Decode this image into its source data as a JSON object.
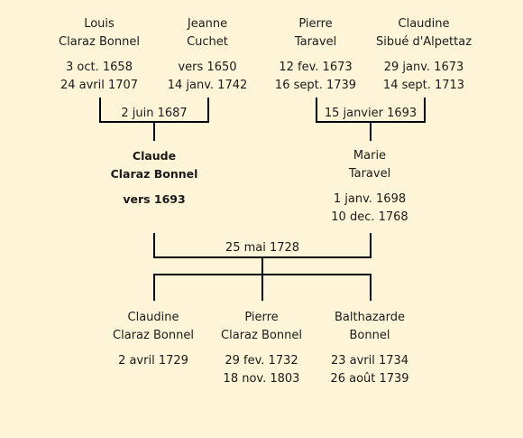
{
  "grandparents_paternal": {
    "father": {
      "first": "Louis",
      "last": "Claraz Bonnel",
      "birth": "3 oct. 1658",
      "death": "24 avril 1707"
    },
    "mother": {
      "first": "Jeanne",
      "last": "Cuchet",
      "birth": "vers 1650",
      "death": "14 janv. 1742"
    },
    "marriage": "2 juin 1687"
  },
  "grandparents_maternal": {
    "father": {
      "first": "Pierre",
      "last": "Taravel",
      "birth": "12 fev. 1673",
      "death": "16 sept. 1739"
    },
    "mother": {
      "first": "Claudine",
      "last": "Sibué d'Alpettaz",
      "birth": "29 janv. 1673",
      "death": "14 sept. 1713"
    },
    "marriage": "15 janvier 1693"
  },
  "parents": {
    "father": {
      "first": "Claude",
      "last": "Claraz Bonnel",
      "birth": "vers 1693",
      "death": ""
    },
    "mother": {
      "first": "Marie",
      "last": "Taravel",
      "birth": "1 janv. 1698",
      "death": "10 dec. 1768"
    },
    "marriage": "25 mai 1728"
  },
  "children": [
    {
      "first": "Claudine",
      "last": "Claraz Bonnel",
      "birth": "2 avril 1729",
      "death": ""
    },
    {
      "first": "Pierre",
      "last": "Claraz Bonnel",
      "birth": "29 fev. 1732",
      "death": "18 nov. 1803"
    },
    {
      "first": "Balthazarde",
      "last": "Bonnel",
      "birth": "23 avril 1734",
      "death": "26 août 1739"
    }
  ]
}
